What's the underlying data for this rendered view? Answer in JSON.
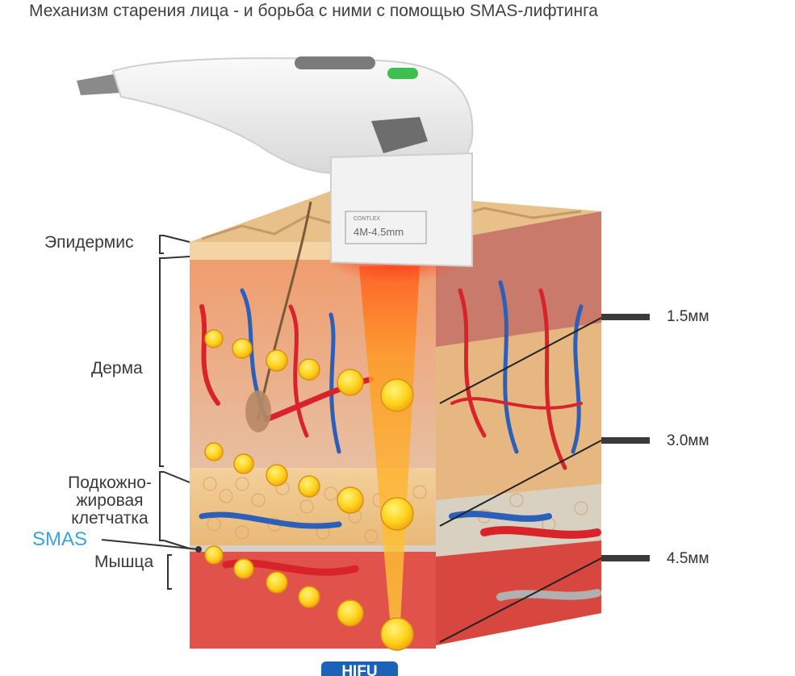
{
  "page": {
    "title": "Механизм старения лица - и борьба с ними с помощью SMAS-лифтинга"
  },
  "device": {
    "brand_text": "CONTLEX",
    "cartridge_text": "4M-4.5mm",
    "colors": {
      "body": "#e9e9e9",
      "button": "#3fbf4f",
      "grip": "#6d6d6d"
    }
  },
  "layers": {
    "epidermis": "Эпидермис",
    "dermis": "Дерма",
    "subcutaneous": [
      "Подкожно-",
      "жировая",
      "клетчатка"
    ],
    "smas": "SMAS",
    "muscle": "Мышца"
  },
  "depths": [
    "1.5мм",
    "3.0мм",
    "4.5мм"
  ],
  "badge": {
    "text": "HIFU"
  },
  "colors": {
    "accent_smas": "#3aa5dc",
    "beam": "#f5b11e",
    "focal_point": "#ffd21c",
    "artery": "#d8232a",
    "vein": "#2b5fb8"
  }
}
